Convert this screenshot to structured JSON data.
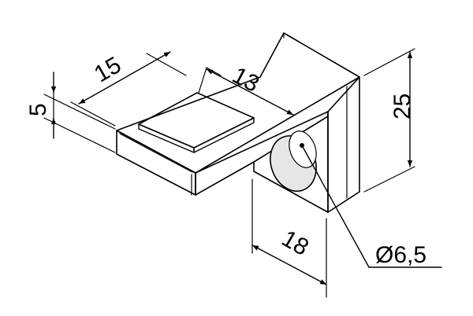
{
  "dimensions": {
    "width_15": "15",
    "width_13": "13",
    "thickness_5": "5",
    "height_25": "25",
    "depth_18": "18",
    "hole_diameter": "Ø6,5"
  },
  "colors": {
    "line": "#000000",
    "background": "#ffffff",
    "face_top": "#ffffff",
    "face_front": "#ffffff",
    "pad_top": "#f4f4f4",
    "hole_shade": "#e6e6e6"
  }
}
